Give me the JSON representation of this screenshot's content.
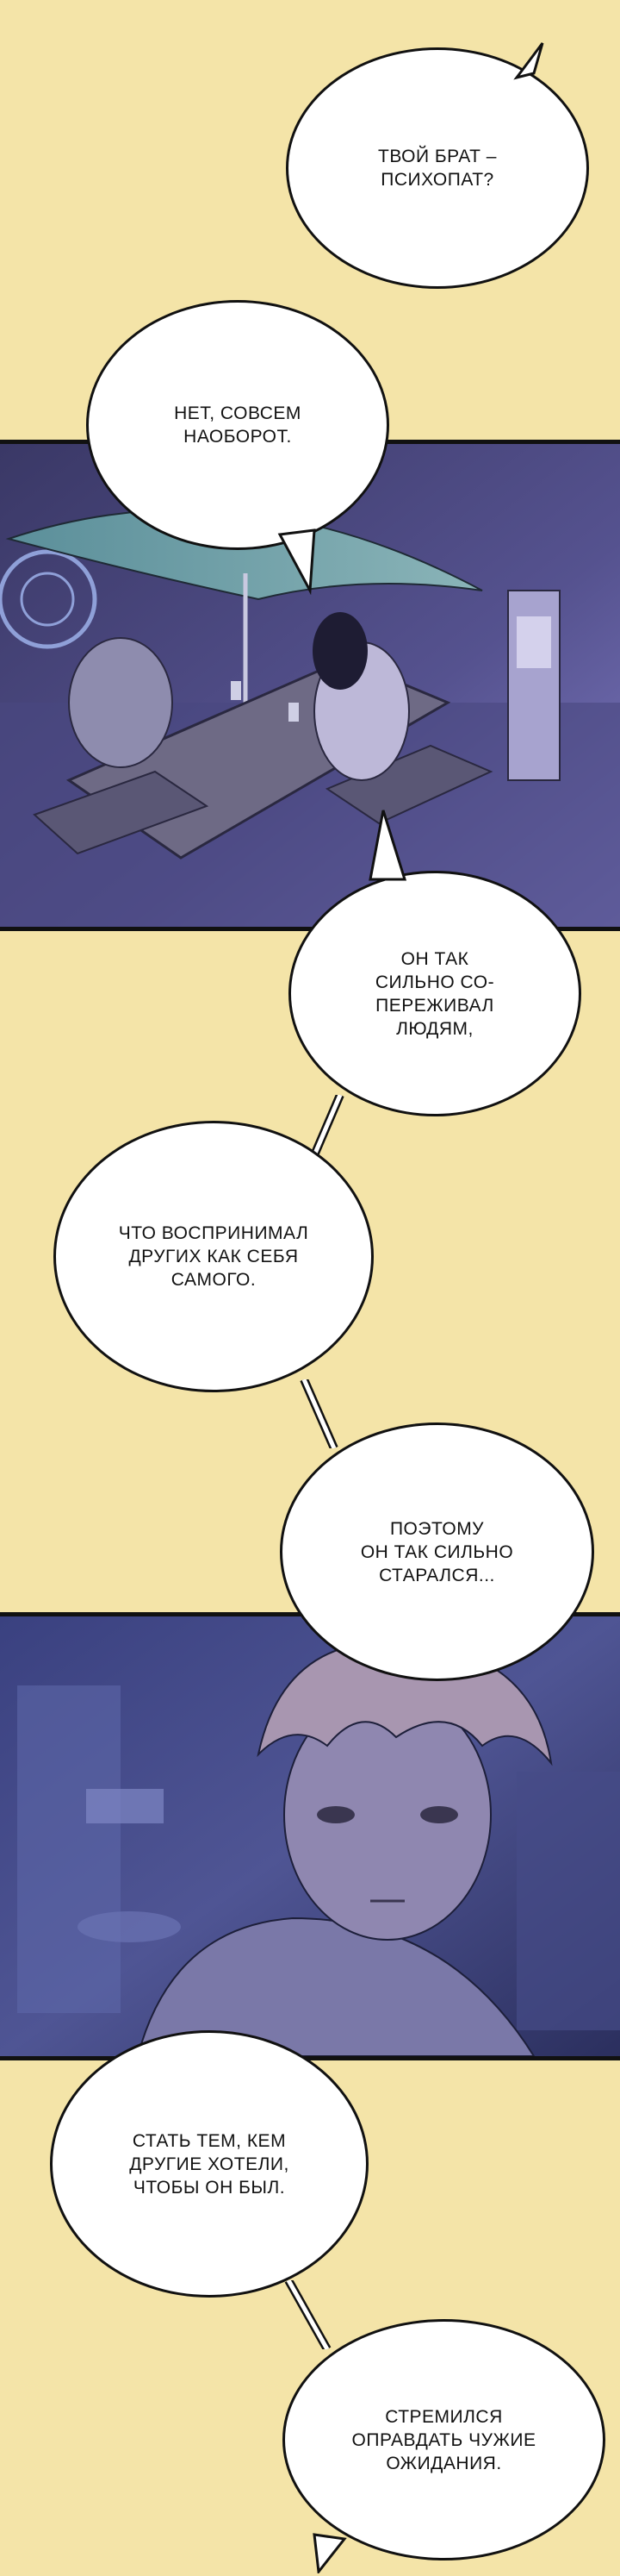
{
  "colors": {
    "background": "#f4e4a8",
    "night_panel_dark": "#2b2a4a",
    "night_panel_light": "#8c87c9",
    "bubble_fill": "#ffffff",
    "outline": "#111111"
  },
  "bubbles": [
    {
      "id": "b1",
      "text": "Твой брат –\nпсихопат?"
    },
    {
      "id": "b2",
      "text": "Нет, совсем\nнаоборот."
    },
    {
      "id": "b3",
      "text": "Он так\nсильно со-\nпереживал\nлюдям,"
    },
    {
      "id": "b4",
      "text": "что воспринимал\nдругих как себя\nсамого."
    },
    {
      "id": "b5",
      "text": "поэтому\nон так сильно\nстарался..."
    },
    {
      "id": "b6",
      "text": "Стать тем, кем\nдругие хотели,\nчтобы он был."
    },
    {
      "id": "b7",
      "text": "Стремился\nоправдать чужие\nожидания."
    }
  ],
  "panels": [
    {
      "id": "umbrella-scene",
      "icon": "night-table-umbrella-scene"
    },
    {
      "id": "boy-closeup",
      "icon": "boy-face-closeup-scene"
    }
  ]
}
